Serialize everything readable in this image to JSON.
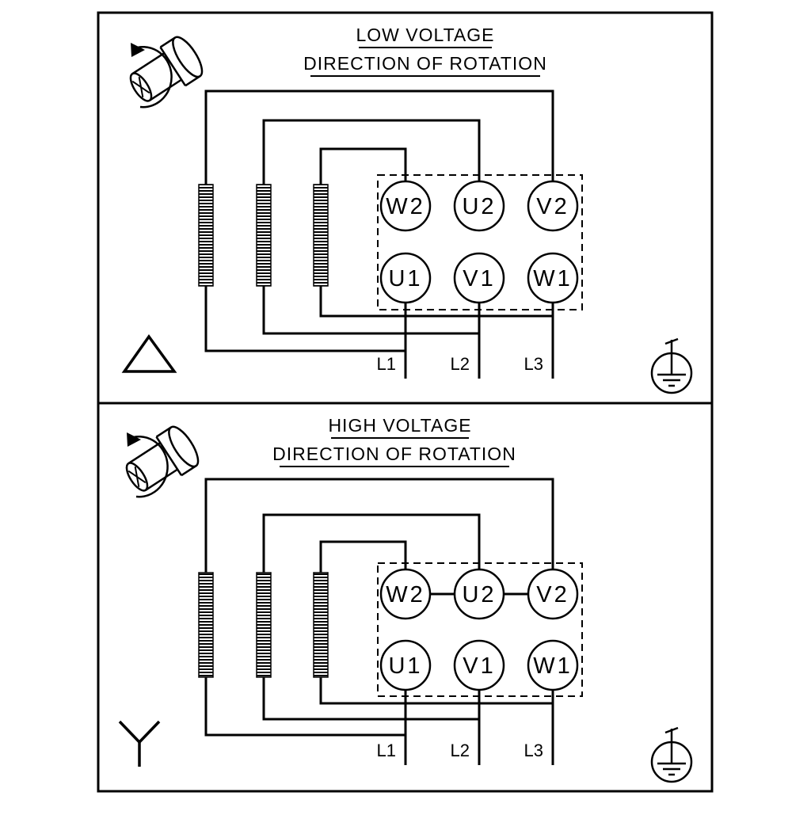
{
  "colors": {
    "ink": "#000000",
    "background": "#ffffff"
  },
  "icons": {
    "rotation_direction": "rotating-shaft-arrow-icon",
    "low_voltage_connection": "delta-symbol-icon",
    "high_voltage_connection": "star-symbol-icon",
    "earth": "protective-earth-ground-icon"
  },
  "panels": [
    {
      "id": "low-voltage",
      "title": "LOW VOLTAGE",
      "subtitle": "DIRECTION OF ROTATION",
      "connection": "delta",
      "terminals_top": [
        "W2",
        "U2",
        "V2"
      ],
      "terminals_bottom": [
        "U1",
        "V1",
        "W1"
      ],
      "lines": [
        "L1",
        "L2",
        "L3"
      ]
    },
    {
      "id": "high-voltage",
      "title": "HIGH VOLTAGE",
      "subtitle": "DIRECTION OF ROTATION",
      "connection": "star",
      "terminals_top": [
        "W2",
        "U2",
        "V2"
      ],
      "terminals_bottom": [
        "U1",
        "V1",
        "W1"
      ],
      "lines": [
        "L1",
        "L2",
        "L3"
      ]
    }
  ]
}
